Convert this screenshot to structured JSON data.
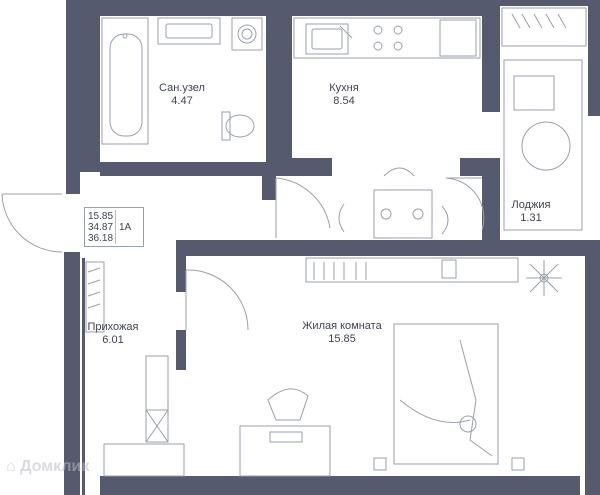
{
  "rooms": {
    "bathroom": {
      "name": "Сан.узел",
      "area": "4.47"
    },
    "kitchen": {
      "name": "Кухня",
      "area": "8.54"
    },
    "loggia": {
      "name": "Лоджия",
      "area": "1.31"
    },
    "hallway": {
      "name": "Прихожая",
      "area": "6.01"
    },
    "living": {
      "name": "Жилая комната",
      "area": "15.85"
    }
  },
  "summary": {
    "living_area": "15.85",
    "total_area": "34.87",
    "total_with_loggia": "36.18",
    "apartment_type": "1А"
  },
  "watermark": "Домклик",
  "colors": {
    "wall": "#565a6e",
    "line": "#9aa0ad",
    "label": "#3f4453"
  }
}
